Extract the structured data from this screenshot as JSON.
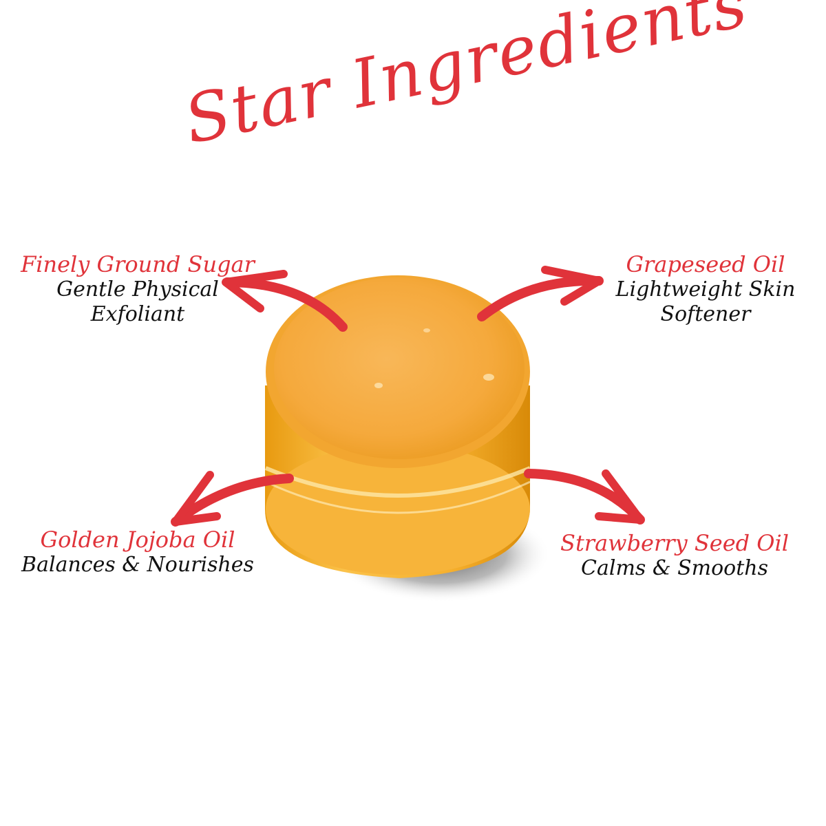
{
  "title": "Star Ingredients",
  "colors": {
    "accent": "#e0333a",
    "text": "#111111",
    "product": "#f5ad2e",
    "background": "#ffffff"
  },
  "product": {
    "description": "jar-of-orange-sugar-scrub"
  },
  "ingredients": [
    {
      "name": "Finely Ground Sugar",
      "desc_line1": "Gentle Physical",
      "desc_line2": "Exfoliant",
      "position": "top-left"
    },
    {
      "name": "Grapeseed Oil",
      "desc_line1": "Lightweight Skin",
      "desc_line2": "Softener",
      "position": "top-right"
    },
    {
      "name": "Golden Jojoba Oil",
      "desc_line1": "Balances & Nourishes",
      "desc_line2": "",
      "position": "bottom-left"
    },
    {
      "name": "Strawberry Seed Oil",
      "desc_line1": "Calms & Smooths",
      "desc_line2": "",
      "position": "bottom-right"
    }
  ]
}
